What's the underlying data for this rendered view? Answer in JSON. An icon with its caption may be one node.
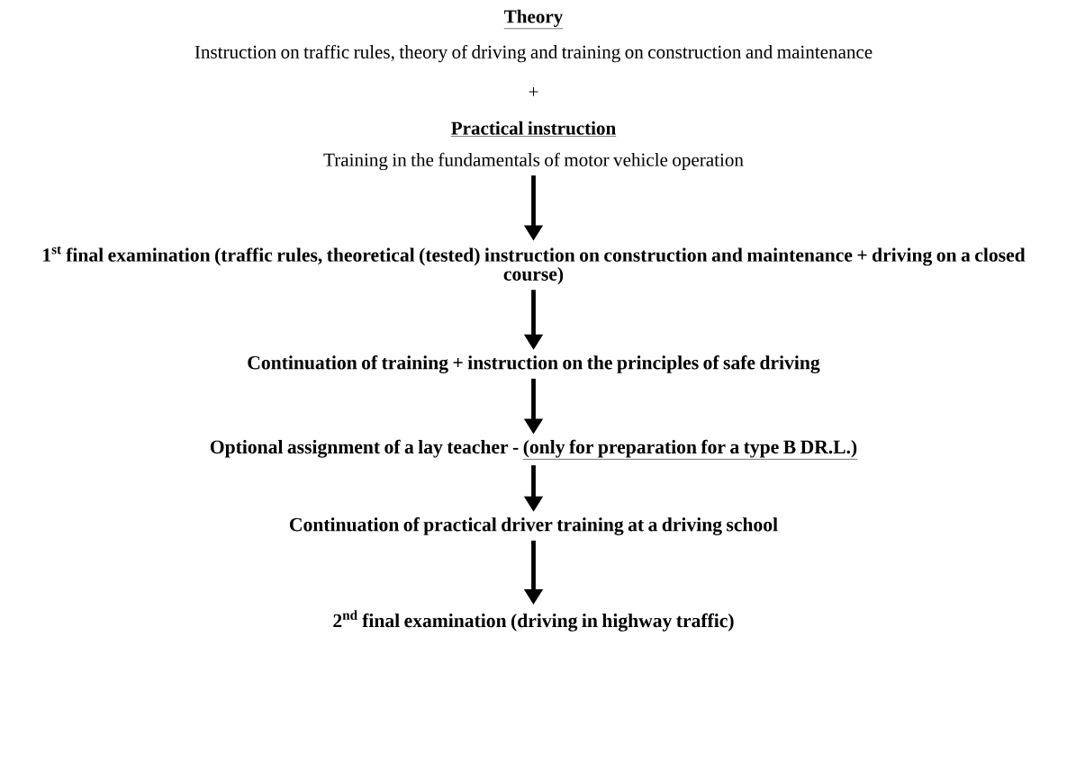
{
  "diagram": {
    "nodes": [
      {
        "text": [
          "Theory",
          "Instruction on traffic rules, theory of driving and training on construction and maintenance"
        ]
      },
      {
        "text": [
          "Practical instruction",
          "Training in the fundamentals of motor vehicle operation"
        ]
      },
      {
        "text": [
          "1$^{st}$ final examination (traffic rules, theoretical (tested) instruction on construction and maintenance + driving on a closed course)"
        ]
      },
      {
        "text": [
          "Continuation of training + instruction on the principles of safe driving"
        ]
      },
      {
        "text": [
          "Optional assignment of a lay teacher -",
          "(only for preparation for a type B DR.L.)"
        ]
      },
      {
        "text": [
          "Continuation of practical driver training at a driving school"
        ]
      },
      {
        "text": [
          "2$^{nd}$ final examination (driving in highway traffic)"
        ]
      }
    ],
    "edges": [
      {
        "from": 1,
        "to": 2,
        "arrow": "to"
      },
      {
        "from": 2,
        "to": 3,
        "arrow": "to"
      },
      {
        "from": 3,
        "to": 4,
        "arrow": "to"
      },
      {
        "from": 4,
        "to": 5,
        "arrow": "to"
      },
      {
        "from": 5,
        "to": 6,
        "arrow": "to"
      }
    ],
    "labels": [
      "+"
    ]
  }
}
